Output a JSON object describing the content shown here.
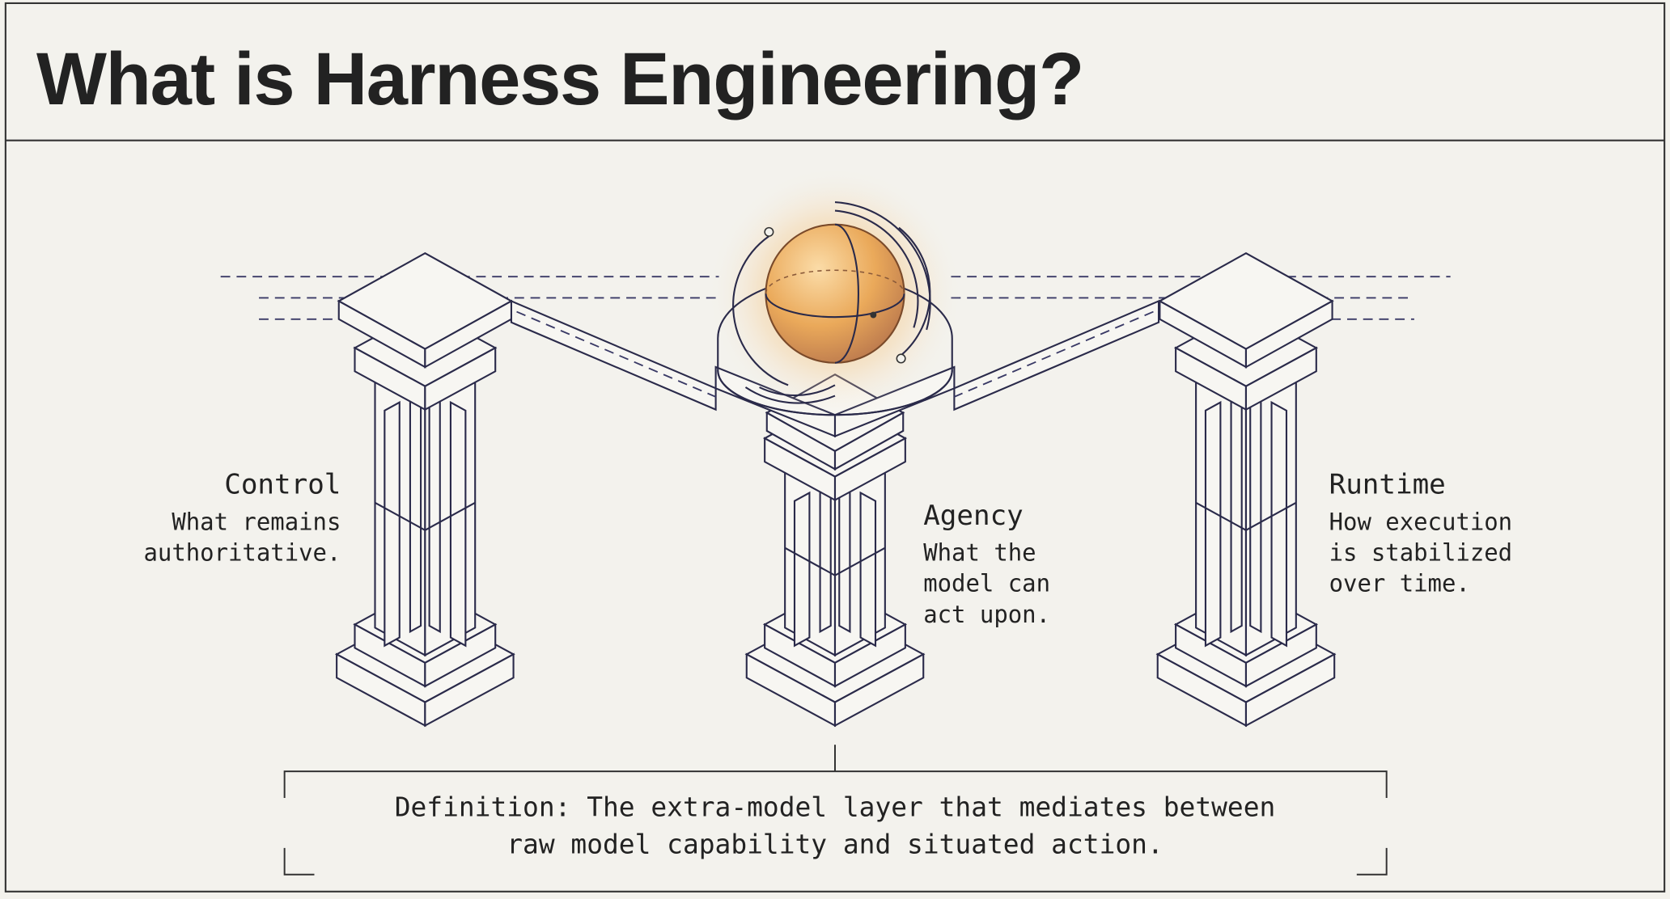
{
  "title": "What is Harness Engineering?",
  "pillars": [
    {
      "name": "Control",
      "description": [
        "What remains",
        "authoritative."
      ]
    },
    {
      "name": "Agency",
      "description": [
        "What the",
        "model can",
        "act upon."
      ]
    },
    {
      "name": "Runtime",
      "description": [
        "How execution",
        "is stabilized",
        "over time."
      ]
    }
  ],
  "definition": [
    "Definition: The extra-model layer that mediates between",
    "raw model capability and situated action."
  ],
  "colors": {
    "background": "#f3f2ed",
    "line": "#2a2a4a",
    "accent_gold": "#e9b467",
    "accent_copper": "#b97e62",
    "sphere": "#e8a957"
  }
}
